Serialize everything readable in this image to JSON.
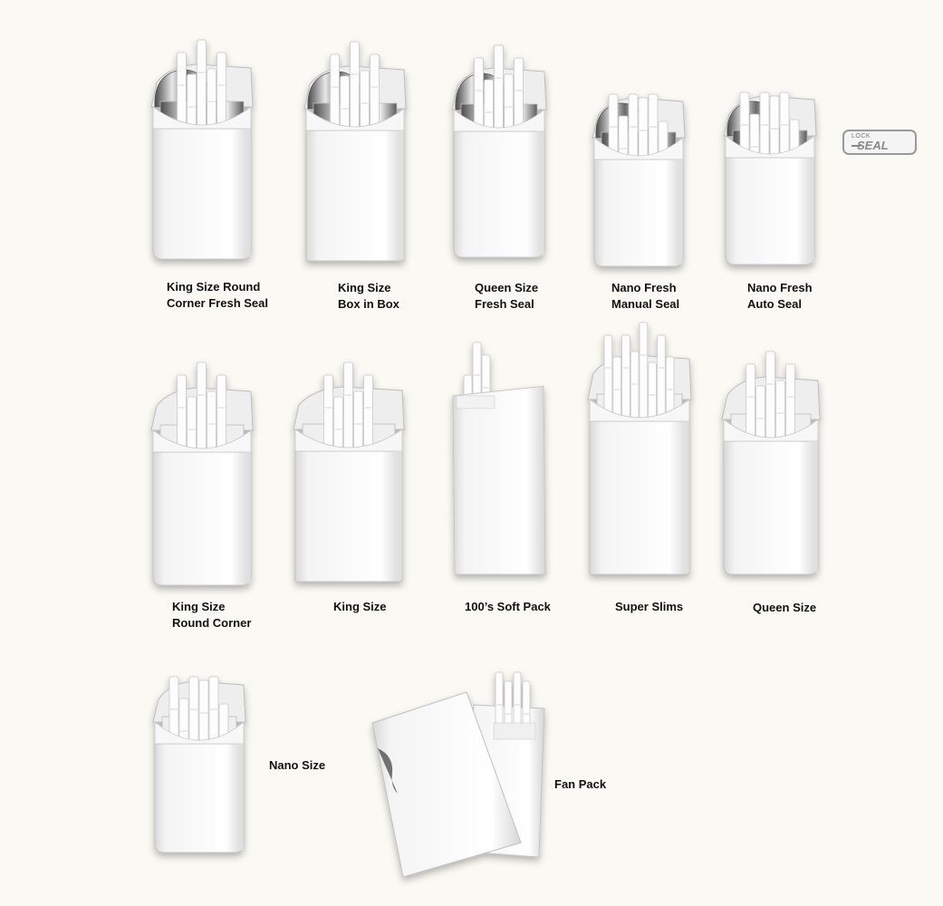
{
  "brand_logo": {
    "line1": "LOCK",
    "line2": "SEAL"
  },
  "packs": [
    {
      "id": "king-size-round-corner-fresh-seal",
      "lines": [
        "King Size Round",
        "Corner Fresh Seal"
      ]
    },
    {
      "id": "king-size-box-in-box",
      "lines": [
        "King Size",
        "Box in Box"
      ]
    },
    {
      "id": "queen-size-fresh-seal",
      "lines": [
        "Queen Size",
        "Fresh Seal"
      ]
    },
    {
      "id": "nano-fresh-manual-seal",
      "lines": [
        "Nano Fresh",
        "Manual Seal"
      ]
    },
    {
      "id": "nano-fresh-auto-seal",
      "lines": [
        "Nano Fresh",
        "Auto Seal"
      ]
    },
    {
      "id": "king-size-round-corner",
      "lines": [
        "King Size",
        "Round Corner"
      ]
    },
    {
      "id": "king-size",
      "lines": [
        "King Size"
      ]
    },
    {
      "id": "100s-soft-pack",
      "lines": [
        "100’s Soft Pack"
      ]
    },
    {
      "id": "super-slims",
      "lines": [
        "Super Slims"
      ]
    },
    {
      "id": "queen-size",
      "lines": [
        "Queen Size"
      ]
    },
    {
      "id": "nano-size",
      "lines": [
        "Nano Size"
      ]
    },
    {
      "id": "fan-pack",
      "lines": [
        "Fan Pack"
      ]
    }
  ]
}
